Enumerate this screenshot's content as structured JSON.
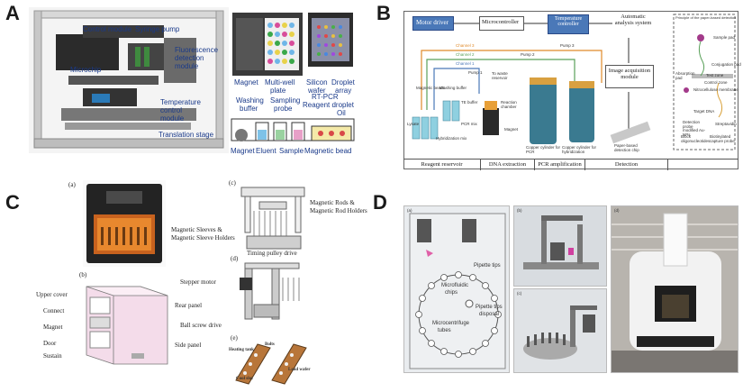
{
  "panels": {
    "a": {
      "letter": "A",
      "labels": {
        "control_module": "Control module",
        "syringe_pump": "Syringe pump",
        "fluorescence": "Fluorescence",
        "detection": "detection",
        "module": "module",
        "microchip": "Microchip",
        "temperature": "Temperature",
        "control": "control",
        "module2": "module",
        "translation_stage": "Translation stage",
        "magnet": "Magnet",
        "multi_well": "Multi-well",
        "plate": "plate",
        "silicon": "Silicon",
        "wafer": "wafer",
        "droplet": "Droplet",
        "array": "array",
        "washing": "Washing",
        "buffer": "buffer",
        "sampling": "Sampling",
        "probe": "probe",
        "rt_pcr": "RT-PCR",
        "reagent_droplet": "Reagent droplet",
        "oil": "Oil",
        "magnet2": "Magnet",
        "eluent": "Eluent",
        "sample": "Sample",
        "magnetic_bead": "Magnetic bead"
      }
    },
    "b": {
      "letter": "B",
      "motor_driver": "Motor driver",
      "microcontroller": "Microcontroller",
      "temperature_controller": "Temperature controller",
      "automatic_analysis": "Automatic analysis system",
      "image_acquisition": "Image acquisition module",
      "channel3": "Channel 3",
      "channel2": "Channel 2",
      "channel1": "Channel 1",
      "pump3": "Pump 3",
      "pump2": "Pump 2",
      "pump1": "Pump 1",
      "to_waste": "To waste reservoir",
      "magnetic_beads": "Magnetic beads",
      "washing_buffer": "Washing buffer",
      "te_buffer": "TE buffer",
      "lysate": "Lysate",
      "pcr_mix": "PCR mix",
      "hybridization_mix": "Hybridization mix",
      "reaction_chamber": "Reaction chamber",
      "magnet": "Magnet",
      "copper_pcr": "Copper cylinder for PCR",
      "copper_hyb": "Copper cylinder for hybridization",
      "paper_chip": "Paper-based detection chip",
      "principle_title": "Principle of the paper-based detection",
      "sample_pad": "Sample pad",
      "conjugation_pad": "Conjugation pad",
      "absorption_pad": "Absorption pad",
      "test_zone": "Test zone",
      "control_zone": "Control zone",
      "nitrocellulose": "Nitrocellulose membrane",
      "target_dna": "Target DNA",
      "detection_probe": "Detection probe modified Au-NPs",
      "streptavidin": "Streptavidin",
      "block_oligo": "Block oligonucleotides",
      "biotinylated": "Biotinylated capture probe",
      "table": [
        "Reagent reservoir",
        "DNA extraction",
        "PCR amplification",
        "Detection"
      ]
    },
    "c": {
      "letter": "C",
      "sub_a": "(a)",
      "sub_b": "(b)",
      "sub_c": "(c)",
      "sub_d": "(d)",
      "sub_e": "(e)",
      "magnetic_rods": "Magnetic Rods &",
      "magnetic_rod_holders": "Magnetic Rod Holders",
      "magnetic_sleeves": "Magnetic Sleeves &",
      "magnetic_sleeve_holders": "Magnetic Sleeve Holders",
      "timing_pulley": "Timing pulley drive",
      "stepper_motor": "Stepper motor",
      "ball_screw": "Ball screw drive",
      "upper_cover": "Upper cover",
      "connect": "Connect",
      "magnet": "Magnet",
      "door": "Door",
      "sustain": "Sustain",
      "rear_panel": "Rear panel",
      "side_panel": "Side panel",
      "heating_tank": "Heating tank",
      "bolts": "Bolts",
      "cool_slot": "Cool slot",
      "load_wafer": "Load wafer"
    },
    "d": {
      "letter": "D",
      "sub_a": "(a)",
      "sub_b": "(b)",
      "sub_c": "(c)",
      "sub_d": "(d)",
      "pipette_tips": "Pipette tips",
      "microfluidic": "Microfluidic",
      "chips": "chips",
      "pipette_disposal": "Pipette tips",
      "disposal": "disposal",
      "microcentrifuge": "Microcentrifuge",
      "tubes": "tubes"
    }
  },
  "colors": {
    "label_blue": "#1a3a8a",
    "box_blue": "#4a78b8",
    "orange": "#e08a2a",
    "green": "#5aa05a",
    "pink": "#f2c6dc"
  }
}
